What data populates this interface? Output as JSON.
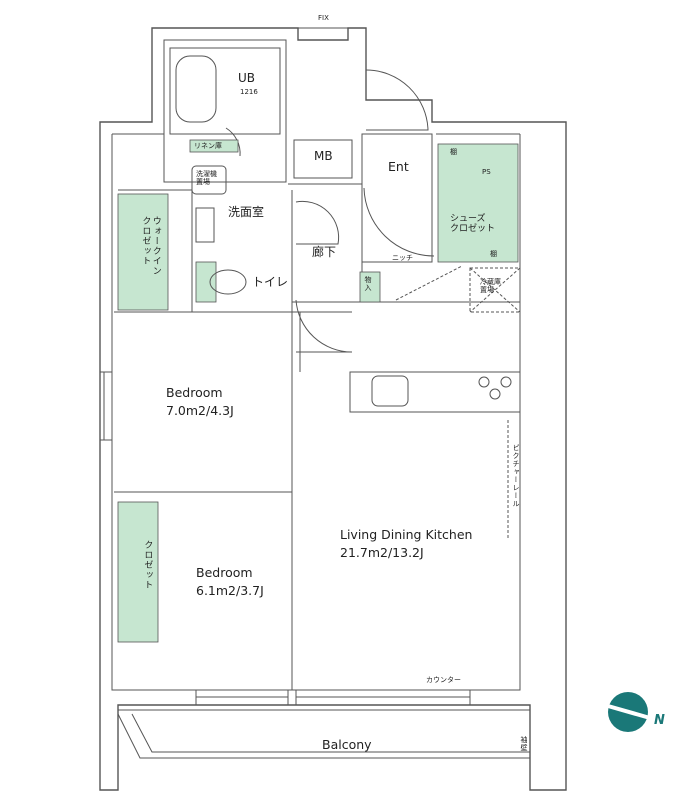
{
  "labels": {
    "fix": "FIX",
    "ub": "UB",
    "ub_size": "1216",
    "linen": "リネン庫",
    "washer": "洗濯機\n置場",
    "washroom": "洗面室",
    "mb": "MB",
    "ent": "Ent",
    "ps": "PS",
    "shelf1": "棚",
    "shelf2": "棚",
    "shoes_closet": "シューズ\nクロゼット",
    "niche": "ニッチ",
    "hallway": "廊下",
    "storage": "物入",
    "fridge": "冷蔵庫\n置場",
    "walkin": "ウォークイン\nクロゼット",
    "toilet": "トイレ",
    "closet": "クロゼット",
    "picture_rail": "ピクチャーレール",
    "counter": "カウンター",
    "wing_wall": "袖壁",
    "balcony": "Balcony",
    "north": "N"
  },
  "rooms": {
    "bedroom1": {
      "name": "Bedroom",
      "size": "7.0m2/4.3J"
    },
    "bedroom2": {
      "name": "Bedroom",
      "size": "6.1m2/3.7J"
    },
    "ldk": {
      "name": "Living Dining Kitchen",
      "size": "21.7m2/13.2J"
    }
  },
  "colors": {
    "wall": "#ffffff",
    "wall_stroke": "#555555",
    "storage_fill": "#c6e6d0",
    "compass": "#1a7878"
  }
}
